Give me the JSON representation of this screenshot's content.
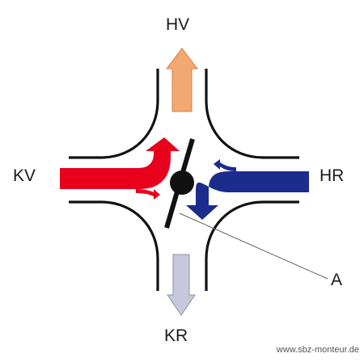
{
  "labels": {
    "top": "HV",
    "left": "KV",
    "right": "HR",
    "bottom": "KR",
    "pointer": "A"
  },
  "credit": "www.sbz-monteur.de",
  "colors": {
    "flow_supply_hot": "#e8001c",
    "return_hot": "#1c2c8c",
    "outlet_top": "#f2a870",
    "outlet_bottom": "#c8c8dc",
    "walls": "#111111",
    "valve": "#111111"
  },
  "icons": [
    "mixing-valve-body",
    "valve-flap",
    "flow-arrow"
  ]
}
